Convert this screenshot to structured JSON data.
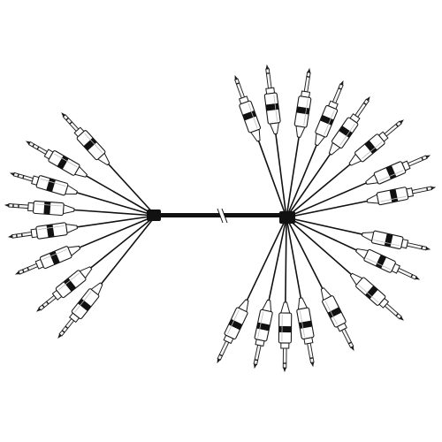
{
  "image": {
    "subject": "snake-cable-fanout",
    "colors": {
      "cable": "#111111",
      "plug_body": "#ffffff",
      "plug_outline": "#1a1a1a",
      "plug_band": "#111111",
      "background": "#ffffff"
    },
    "left_fan": {
      "connector_type": "trs-quarter-inch-plug",
      "plug_count": 8
    },
    "right_fan": {
      "connector_type": "ts-quarter-inch-plug",
      "plug_count": 16
    },
    "trunk": {
      "break_marker": "yes"
    }
  }
}
